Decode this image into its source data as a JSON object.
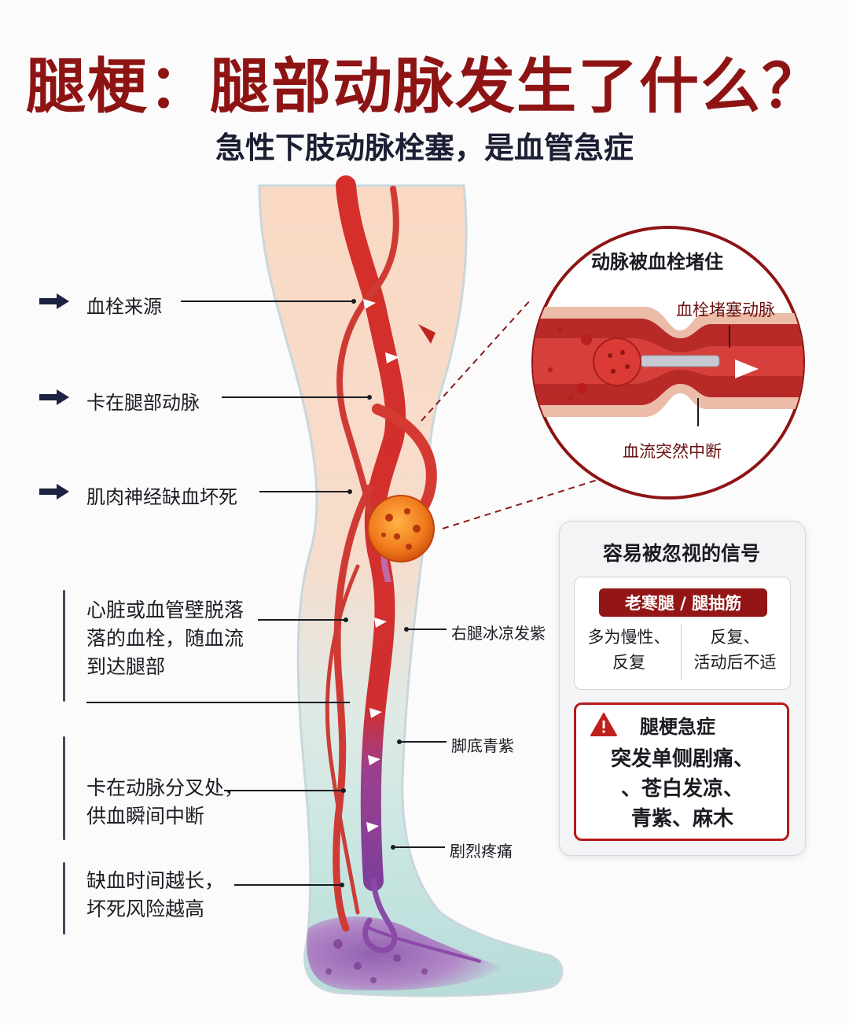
{
  "header": {
    "title": "腿梗：腿部动脉发生了什么？",
    "subtitle": "急性下肢动脉栓塞，是血管急症"
  },
  "left_labels": {
    "arrows": [
      "血栓来源",
      "卡在腿部动脉",
      "肌肉神经缺血坏死"
    ],
    "notes": [
      {
        "line1": "心脏或血管壁脱落",
        "line2": "落的血栓，随血流",
        "line3": "到达腿部"
      },
      {
        "line1": "卡在动脉分叉处，",
        "line2": "供血瞬间中断"
      },
      {
        "line1": "缺血时间越长，",
        "line2": "坏死风险越高"
      }
    ]
  },
  "leg_symptoms": [
    "右腿冰凉发紫",
    "脚底青紫",
    "剧烈疼痛"
  ],
  "zoom": {
    "title": "动脉被血栓堵住",
    "label_top": "血栓堵塞动脉",
    "label_bottom": "血流突然中断"
  },
  "signals": {
    "title": "容易被忽视的信号",
    "pill": "老寒腿 / 腿抽筋",
    "left_col": {
      "line1": "多为慢性、",
      "line2": "反复"
    },
    "right_col": {
      "line1": "反复、",
      "line2": "活动后不适"
    },
    "warning_title": "腿梗急症",
    "warning_body": {
      "line1": "突发单侧剧痛、",
      "line2": "、苍白发凉、",
      "line3": "青紫、麻木"
    }
  },
  "colors": {
    "title_red": "#8e1414",
    "artery_red": "#d42f2a",
    "navy": "#1c2340",
    "ischemia_purple": "#8a4aa8"
  },
  "icons": [
    "arrow-right-icon",
    "warning-triangle-icon",
    "flow-arrow-icon"
  ]
}
